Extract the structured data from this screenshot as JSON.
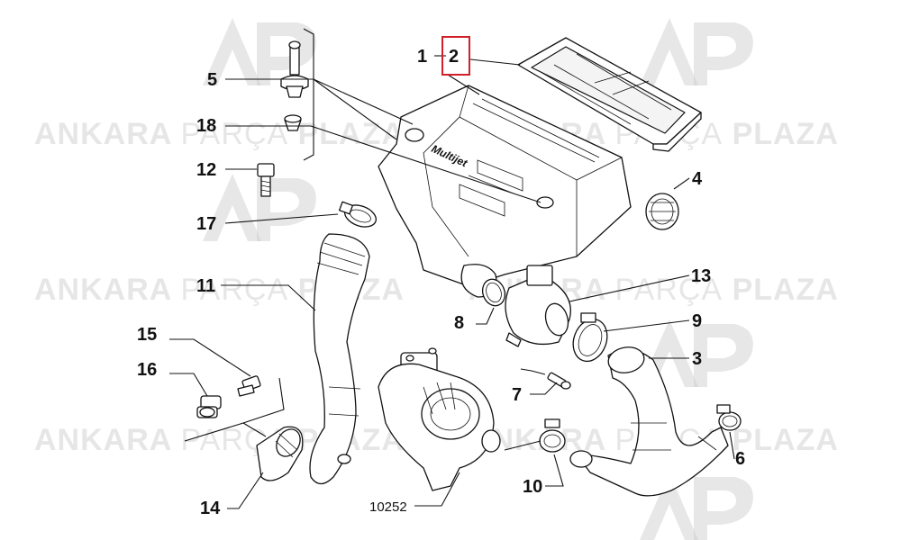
{
  "watermark": {
    "brand": "ANKARA",
    "middle": "PARÇA",
    "end": "PLAZA",
    "color": "#b9b9b9"
  },
  "highlight_color": "#d2202a",
  "engine_tag": "Multijet",
  "drawing_code": "10252",
  "callouts": [
    {
      "id": "1",
      "text": "1"
    },
    {
      "id": "2",
      "text": "2",
      "highlighted": true
    },
    {
      "id": "3",
      "text": "3"
    },
    {
      "id": "4",
      "text": "4"
    },
    {
      "id": "5",
      "text": "5"
    },
    {
      "id": "6",
      "text": "6"
    },
    {
      "id": "7",
      "text": "7"
    },
    {
      "id": "8",
      "text": "8"
    },
    {
      "id": "9",
      "text": "9"
    },
    {
      "id": "10",
      "text": "10"
    },
    {
      "id": "11",
      "text": "11"
    },
    {
      "id": "12",
      "text": "12"
    },
    {
      "id": "13",
      "text": "13"
    },
    {
      "id": "14",
      "text": "14"
    },
    {
      "id": "15",
      "text": "15"
    },
    {
      "id": "16",
      "text": "16"
    },
    {
      "id": "17",
      "text": "17"
    },
    {
      "id": "18",
      "text": "18"
    }
  ]
}
